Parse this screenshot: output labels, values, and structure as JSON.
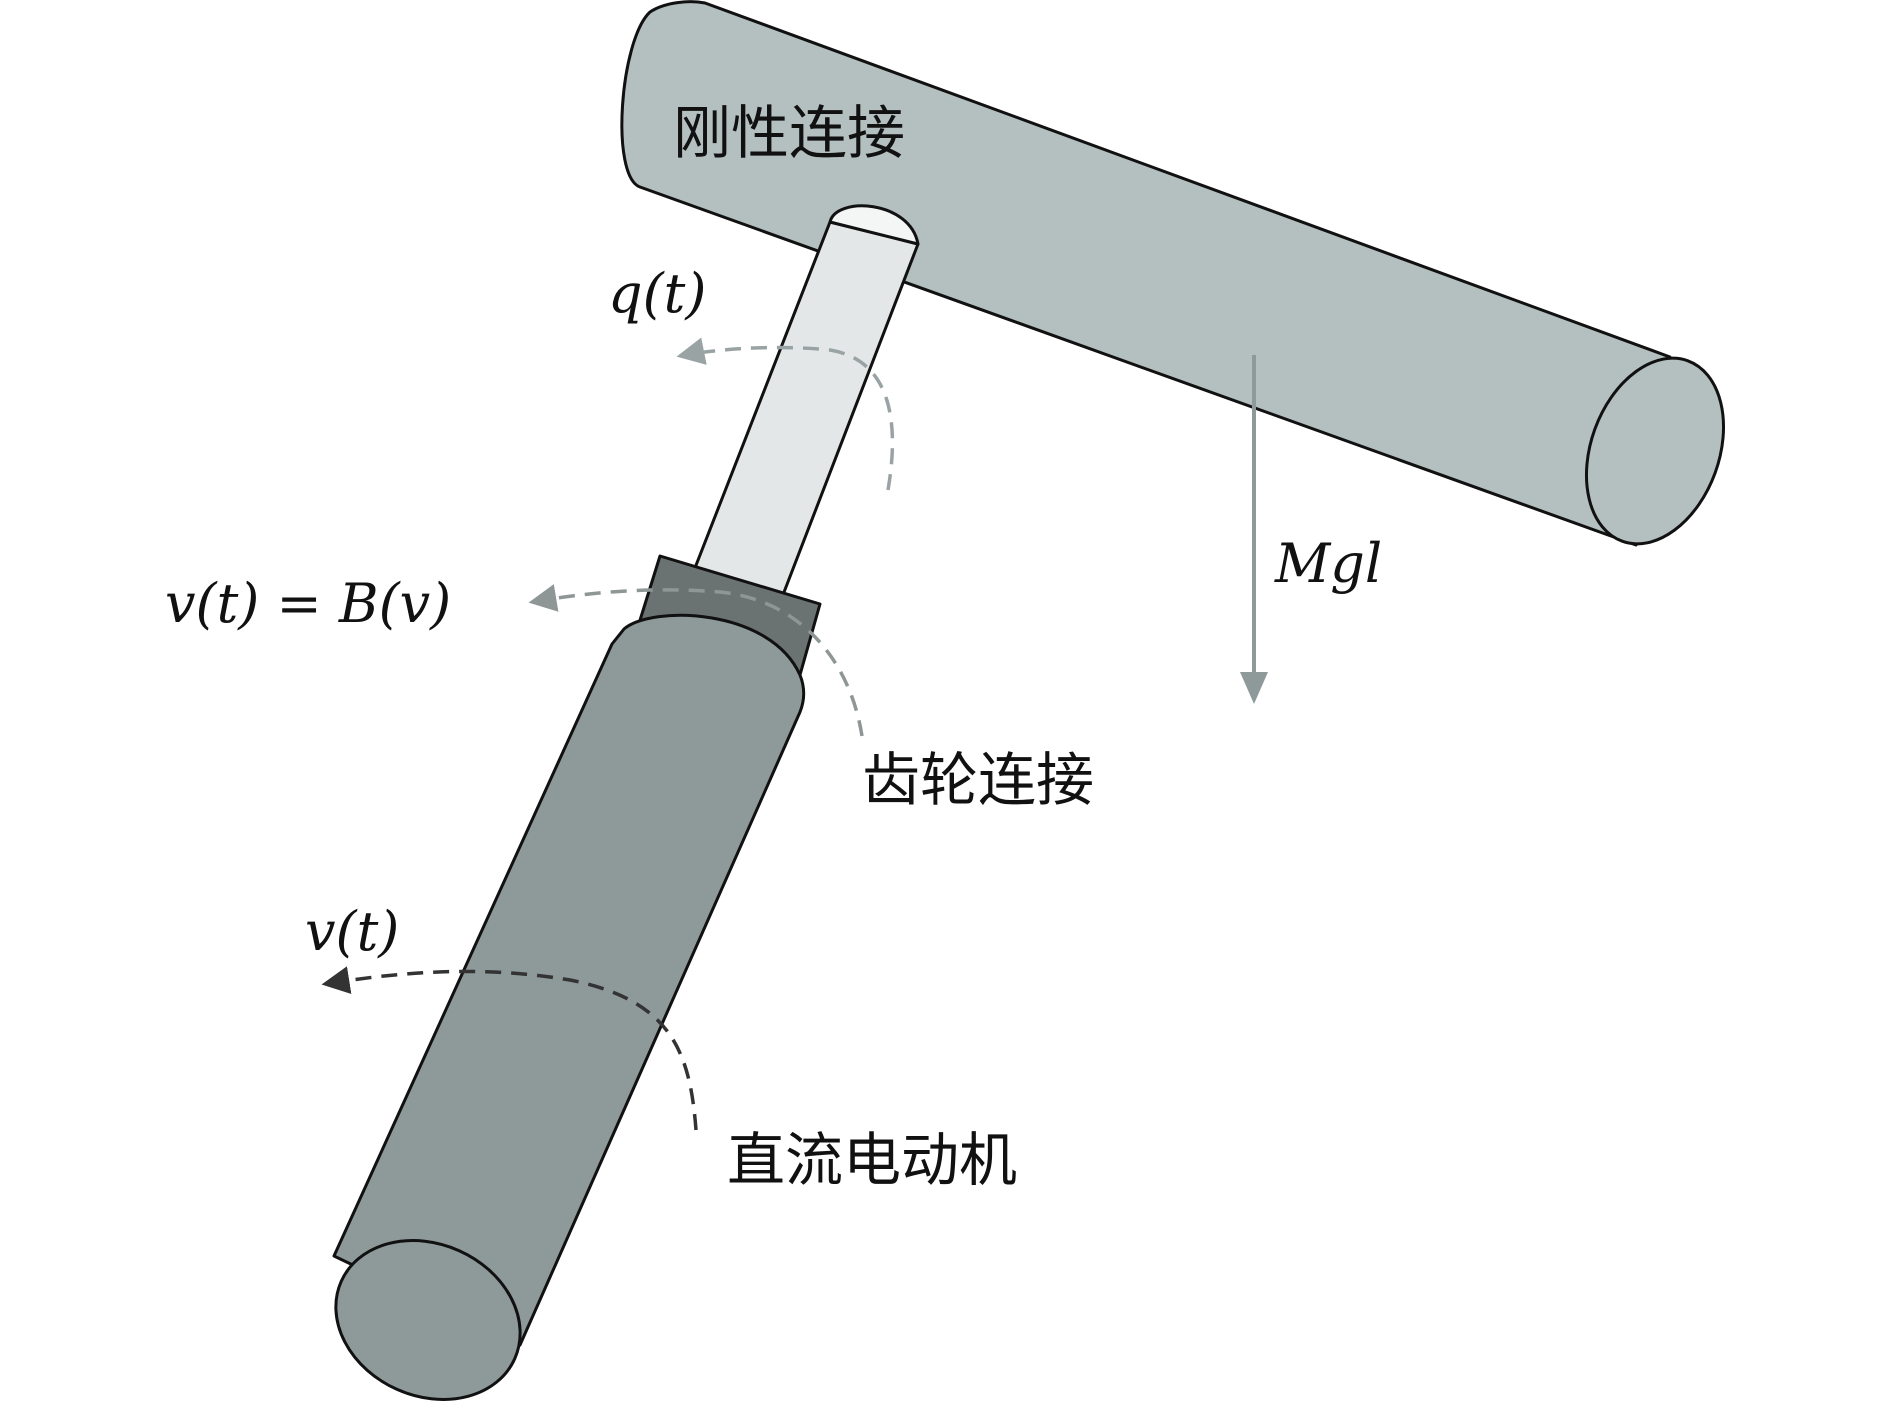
{
  "labels": {
    "rigid_link": "刚性连接",
    "gear_coupling": "齿轮连接",
    "dc_motor": "直流电动机",
    "link_angle": "q(t)",
    "gear_output": "v(t) = B(v)",
    "motor_angle": "v(t)",
    "gravity_moment": "Mgl"
  },
  "colors": {
    "rigid_link_fill": "#b4bfbf",
    "shaft_fill": "#e4e7e7",
    "gear_fill": "#6b7272",
    "motor_fill": "#8e9a99",
    "outline": "#111111",
    "gravity_arrow": "#8e9a99",
    "q_arrow": "#9aa3a3",
    "gear_arrow": "#8e9696",
    "motor_arrow": "#333333"
  },
  "icons": {
    "gravity": "down-arrow",
    "rotation": "curved-dashed-arrow"
  }
}
